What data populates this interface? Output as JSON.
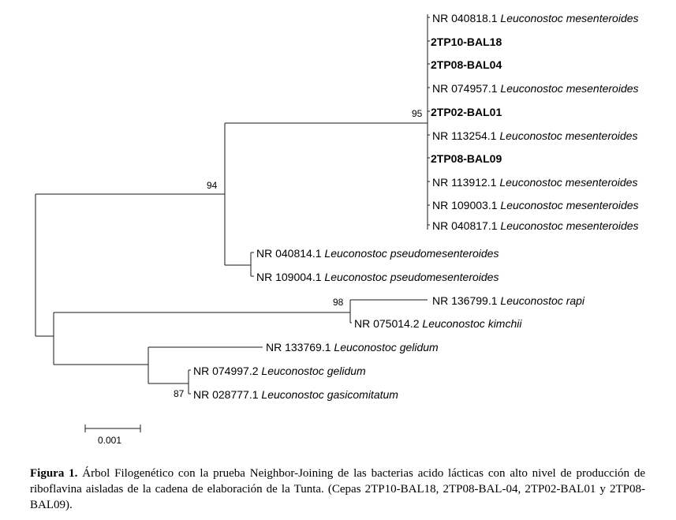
{
  "tree": {
    "leaves": [
      {
        "acc": "NR 040818.1",
        "species": "Leuconostoc mesenteroides",
        "bold": false
      },
      {
        "acc": "2TP10-BAL18",
        "species": "",
        "bold": true
      },
      {
        "acc": "2TP08-BAL04",
        "species": "",
        "bold": true
      },
      {
        "acc": "NR 074957.1",
        "species": "Leuconostoc mesenteroides",
        "bold": false
      },
      {
        "acc": "2TP02-BAL01",
        "species": "",
        "bold": true
      },
      {
        "acc": "NR 113254.1",
        "species": "Leuconostoc mesenteroides",
        "bold": false
      },
      {
        "acc": "2TP08-BAL09",
        "species": "",
        "bold": true
      },
      {
        "acc": "NR 113912.1",
        "species": "Leuconostoc mesenteroides",
        "bold": false
      },
      {
        "acc": "NR 109003.1",
        "species": "Leuconostoc mesenteroides",
        "bold": false
      },
      {
        "acc": "NR 040817.1",
        "species": "Leuconostoc mesenteroides",
        "bold": false
      },
      {
        "acc": "NR 040814.1",
        "species": "Leuconostoc pseudomesenteroides",
        "bold": false
      },
      {
        "acc": "NR 109004.1",
        "species": "Leuconostoc pseudomesenteroides",
        "bold": false
      },
      {
        "acc": "NR 136799.1",
        "species": "Leuconostoc rapi",
        "bold": false
      },
      {
        "acc": "NR 075014.2",
        "species": "Leuconostoc kimchii",
        "bold": false
      },
      {
        "acc": "NR 133769.1",
        "species": "Leuconostoc gelidum",
        "bold": false
      },
      {
        "acc": "NR 074997.2",
        "species": "Leuconostoc gelidum",
        "bold": false
      },
      {
        "acc": "NR 028777.1",
        "species": "Leuconostoc gasicomitatum",
        "bold": false
      }
    ],
    "bootstrap": {
      "mesenteroides_clade": "95",
      "mesenteroides_pseudo_clade": "94",
      "rapi_kimchii_clade": "98",
      "gelidum_gasicomitatum_clade": "87"
    },
    "scale_bar_label": "0.001"
  },
  "caption": {
    "figure_label": "Figura 1.",
    "text": "Árbol Filogenético con la prueba Neighbor-Joining de las bacterias acido lácticas con alto nivel de producción de riboflavina aisladas de la cadena de elaboración de la Tunta. (Cepas 2TP10-BAL18, 2TP08-BAL-04, 2TP02-BAL01 y 2TP08-BAL09)."
  }
}
